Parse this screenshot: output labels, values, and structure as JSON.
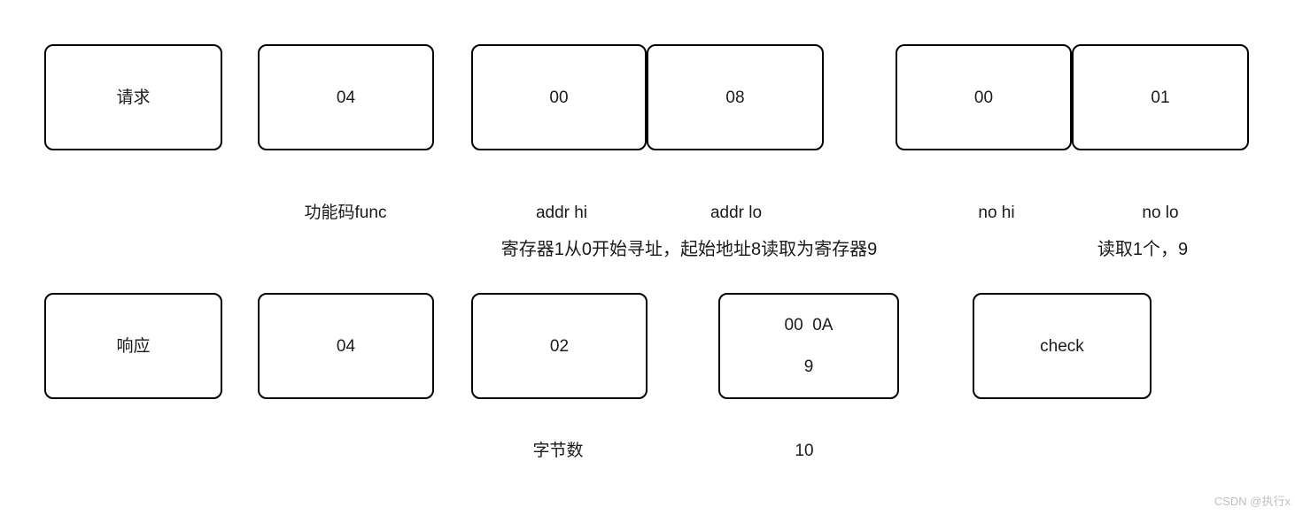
{
  "request_row": {
    "label": "请求",
    "func_code": "04",
    "addr_hi": "00",
    "addr_lo": "08",
    "no_hi": "00",
    "no_lo": "01"
  },
  "request_labels": {
    "func": "功能码func",
    "addr_hi": "addr hi",
    "addr_lo": "addr lo",
    "no_hi": "no hi",
    "no_lo": "no lo"
  },
  "annotations": {
    "addressing_note": "寄存器1从0开始寻址，起始地址8读取为寄存器9",
    "count_note": "读取1个，9"
  },
  "response_row": {
    "label": "响应",
    "func_code": "04",
    "byte_count": "02",
    "data_hex": "00  0A",
    "data_decimal": "9",
    "check": "check"
  },
  "response_labels": {
    "byte_count": "字节数",
    "data_decimal_value": "10"
  },
  "watermark": {
    "text": "CSDN @执行x"
  },
  "colors": {
    "border": "#000000",
    "text": "#1a1a1a",
    "watermark": "#bfbfc3"
  }
}
